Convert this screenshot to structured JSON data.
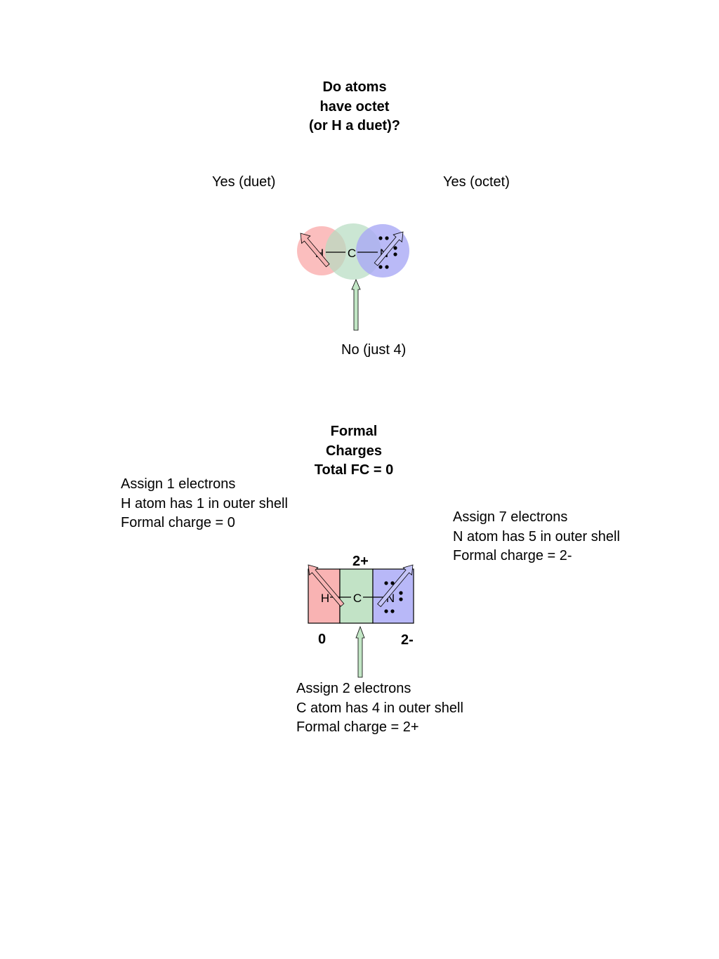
{
  "top": {
    "title_lines": [
      "Do atoms",
      "have octet",
      "(or H a duet)?"
    ],
    "label_h": "Yes (duet)",
    "label_n": "Yes (octet)",
    "label_c": "No (just 4)",
    "atom_h": "H",
    "atom_c": "C",
    "atom_n": "N"
  },
  "bottom": {
    "title_lines": [
      "Formal",
      "Charges",
      "Total FC = 0"
    ],
    "h_note": [
      "Assign 1 electrons",
      "H atom has 1 in outer shell",
      "Formal charge = 0"
    ],
    "n_note": [
      "Assign 7 electrons",
      "N atom has 5 in outer shell",
      "Formal charge = 2-"
    ],
    "c_note": [
      "Assign 2 electrons",
      "C atom has 4 in outer shell",
      "Formal charge = 2+"
    ],
    "charge_h": "0",
    "charge_c": "2+",
    "charge_n": "2-",
    "atom_h": "H",
    "atom_c": "C",
    "atom_n": "N"
  },
  "colors": {
    "hydrogen": "#f9a8a8",
    "carbon": "#b5dcc0",
    "nitrogen": "#a9a9f5",
    "hydrogen_arrow": "#f7b3b3",
    "carbon_arrow": "#c2e6c5",
    "nitrogen_arrow": "#c4c4f7"
  }
}
